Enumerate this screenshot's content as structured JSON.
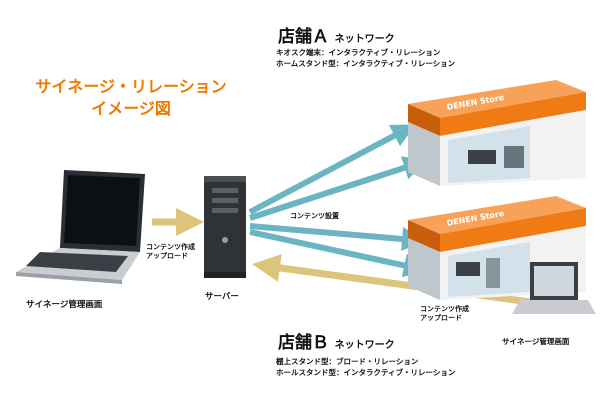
{
  "title_lines": [
    "サイネージ・リレーション",
    "イメージ図"
  ],
  "store_a": {
    "heading_big": "店舗Ａ",
    "heading_small": "ネットワーク",
    "lines": [
      "キオスク端末：インタラクティブ・リレーション",
      "ホームスタンド型：インタラクティブ・リレーション"
    ],
    "sign": "DENEN Store"
  },
  "store_b": {
    "heading_big": "店舗Ｂ",
    "heading_small": "ネットワーク",
    "lines": [
      "棚上スタンド型：ブロード・リレーション",
      "ホールスタンド型：インタラクティブ・リレーション"
    ],
    "sign": "DENEN Store"
  },
  "labels": {
    "laptop": "サイネージ管理画面",
    "server": "サーバー",
    "right_laptop": "サイネージ管理画面",
    "upload_left": [
      "コンテンツ作成",
      "アップロード"
    ],
    "upload_right": [
      "コンテンツ作成",
      "アップロード"
    ],
    "delivery": "コンテンツ設置"
  },
  "colors": {
    "title": "#f07800",
    "teal_arrow": "#6bb5c3",
    "gold_arrow": "#dcc47a",
    "store_orange": "#f07a14"
  }
}
